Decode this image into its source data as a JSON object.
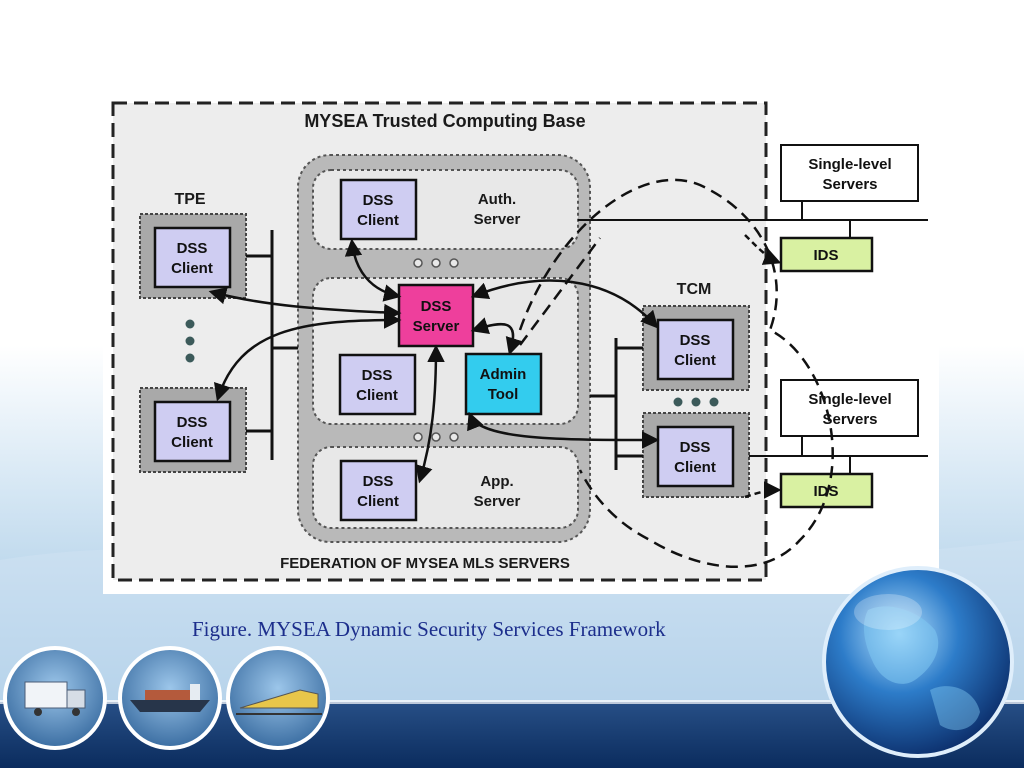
{
  "diagram": {
    "title": "MYSEA Trusted Computing Base",
    "footer": "FEDERATION OF MYSEA MLS SERVERS",
    "groups": {
      "tpe": "TPE",
      "tcm": "TCM"
    },
    "nodes": {
      "tpe_client_top": [
        "DSS",
        "Client"
      ],
      "tpe_client_bottom": [
        "DSS",
        "Client"
      ],
      "auth_client": [
        "DSS",
        "Client"
      ],
      "auth_server": [
        "Auth.",
        "Server"
      ],
      "dss_server": [
        "DSS",
        "Server"
      ],
      "mid_client": [
        "DSS",
        "Client"
      ],
      "admin_tool": [
        "Admin",
        "Tool"
      ],
      "app_client": [
        "DSS",
        "Client"
      ],
      "app_server": [
        "App.",
        "Server"
      ],
      "tcm_client_top": [
        "DSS",
        "Client"
      ],
      "tcm_client_bottom": [
        "DSS",
        "Client"
      ],
      "single_level_top": [
        "Single-level",
        "Servers"
      ],
      "single_level_bottom": [
        "Single-level",
        "Servers"
      ],
      "ids_top": "IDS",
      "ids_bottom": "IDS"
    }
  },
  "colors": {
    "client_fill": "#cfcdf2",
    "server_fill": "#ee3f9c",
    "admin_fill": "#33ccee",
    "ids_fill": "#d9f1a2",
    "tcb_fill": "#ededed",
    "federation_fill": "#b9b9b9",
    "sub_fill": "#e8e8e8",
    "caption_color": "#1c2e8c"
  },
  "caption": "Figure. MYSEA Dynamic Security Services Framework"
}
